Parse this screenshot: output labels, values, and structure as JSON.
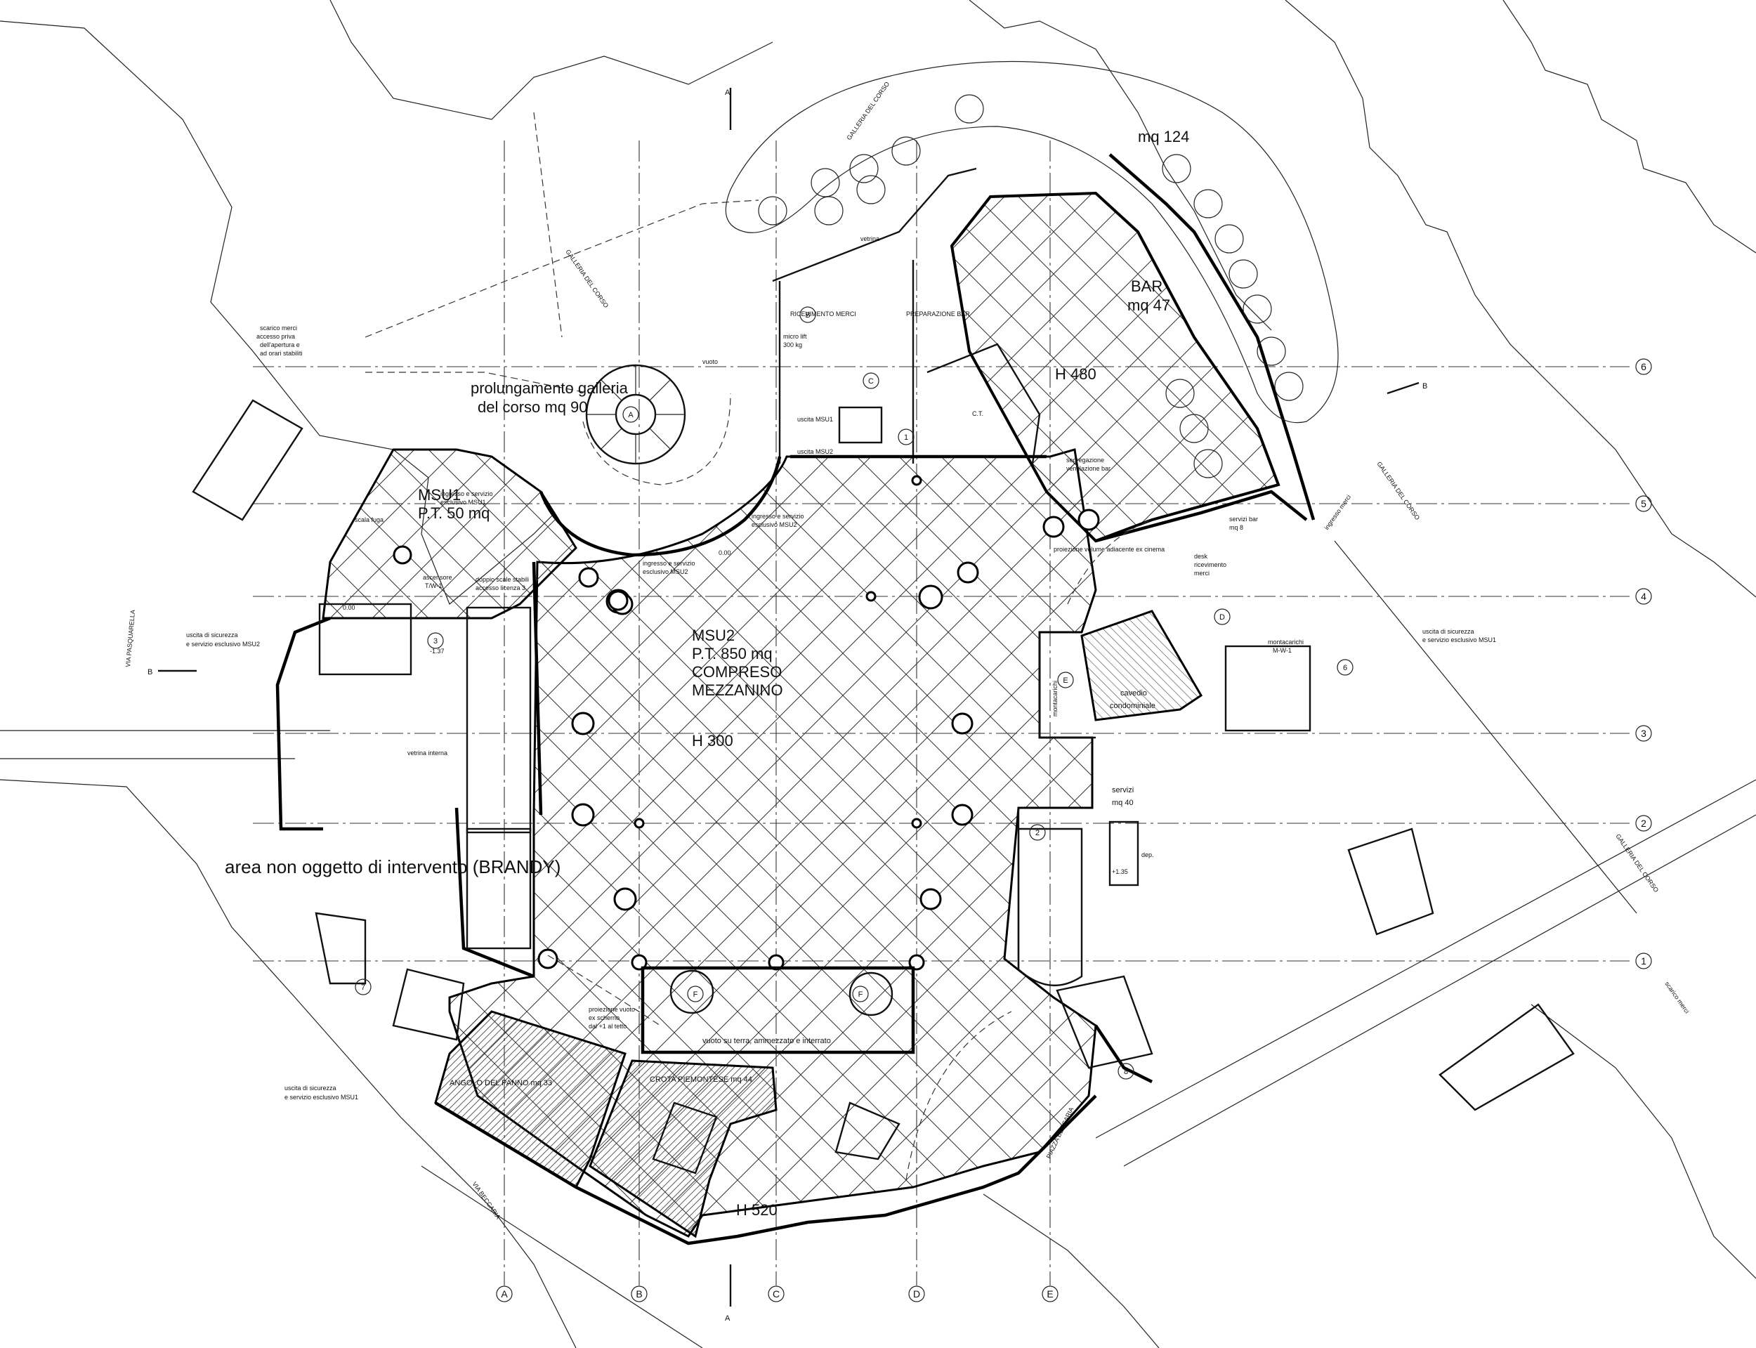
{
  "axes": {
    "letters": [
      "A",
      "B",
      "C",
      "D",
      "E"
    ],
    "numbers": [
      "6",
      "5",
      "4",
      "3",
      "2",
      "1"
    ]
  },
  "section_marks": {
    "a_top": "A",
    "a_bottom": "A",
    "b_left": "B",
    "b_right": "B"
  },
  "streets": {
    "galleria_1": "GALLERIA DEL CORSO",
    "galleria_2": "GALLERIA DEL CORSO",
    "galleria_3": "GALLERIA DEL CORSO",
    "galleria_4": "GALLERIA DEL CORSO",
    "via_pasquarella": "VIA PASQUARELLA",
    "via_beccaria": "VIA BECCARIA",
    "piazza_beccaria": "PIAZZA BECCARIA"
  },
  "areas": {
    "prolungamento_1": "prolungamento galleria",
    "prolungamento_2": "del corso mq 90",
    "msu1_1": "MSU1",
    "msu1_2": "P.T. 50 mq",
    "msu2_1": "MSU2",
    "msu2_2": "P.T. 850 mq",
    "msu2_3": "COMPRESO",
    "msu2_4": "MEZZANINO",
    "h300": "H 300",
    "h480": "H 480",
    "h520": "H 520",
    "bar_1": "BAR",
    "bar_2": "mq 47",
    "mq124": "mq 124",
    "brandy": "area non oggetto di intervento (BRANDY)",
    "angolo": "ANGOLO DEL PANNO mq 33",
    "crota": "CROTA PIEMONTESE mq 44",
    "vuoto_terra": "vuoto su terra, ammezzato e interrato",
    "cavedio_1": "cavedio",
    "cavedio_2": "condominiale",
    "servizi_1": "servizi",
    "servizi_2": "mq 40",
    "ricevimento": "RICEVIMENTO MERCI",
    "preparazione": "PREPARAZIONE BAR",
    "ct": "C.T.",
    "vetrina_interna": "vetrina interna",
    "dep": "dep."
  },
  "notes": {
    "scarico_1": "scarico merci",
    "scarico_2": "accesso priva",
    "scarico_3": "dell'apertura e",
    "scarico_4": "ad orari stabiliti",
    "scarico_right": "scarico merci",
    "uscita_msu2_1": "uscita di sicurezza",
    "uscita_msu2_2": "e servizio esclusivo MSU2",
    "uscita_msu1_1": "uscita di sicurezza",
    "uscita_msu1_2": "e servizio esclusivo MSU1",
    "uscita_right_1": "uscita di sicurezza",
    "uscita_right_2": "e servizio esclusivo MSU1",
    "ingresso_msu1_1": "ingresso e servizio",
    "ingresso_msu1_2": "esclusivo MSU1",
    "ingresso_msu2a_1": "ingresso e servizio",
    "ingresso_msu2a_2": "esclusivo MSU2",
    "ingresso_msu2b_1": "ingresso e servizio",
    "ingresso_msu2b_2": "esclusivo MSU2",
    "ingresso_merci": "ingresso merci",
    "segregazione_1": "segregazione",
    "segregazione_2": "ventilazione bar",
    "proiezione_volume": "proiezione volume adiacente ex cinema",
    "proiezione_vuoto_1": "proiezione vuoto",
    "proiezione_vuoto_2": "ex scherno",
    "proiezione_vuoto_3": "dal +1 al tetto",
    "desk_1": "desk",
    "desk_2": "ricevimento",
    "desk_3": "merci",
    "servizi_bar_1": "servizi bar",
    "servizi_bar_2": "mq 8",
    "doppio_1": "doppio scale stabili",
    "doppio_2": "accesso licenza 3",
    "ascensore_1": "ascensore",
    "ascensore_2": "T/W-1",
    "montacarichi_1": "montacarichi",
    "montacarichi_2": "M-W-1",
    "montacarichi_v": "montacarichi",
    "micro_1": "micro lift",
    "micro_2": "300 kg",
    "uscita_msu1": "uscita MSU1",
    "uscita_msu2": "uscita MSU2",
    "vetrina": "vetrina",
    "vuoto": "vuoto",
    "scala_fuga": "scala fuga",
    "level_000_a": "0.00",
    "level_000_b": "0.00",
    "level_137": "-1.37",
    "level_135": "+1.35"
  },
  "stairs": [
    "A",
    "B",
    "C",
    "D",
    "E",
    "F",
    "F",
    "1",
    "2",
    "3",
    "6",
    "7",
    "8"
  ]
}
